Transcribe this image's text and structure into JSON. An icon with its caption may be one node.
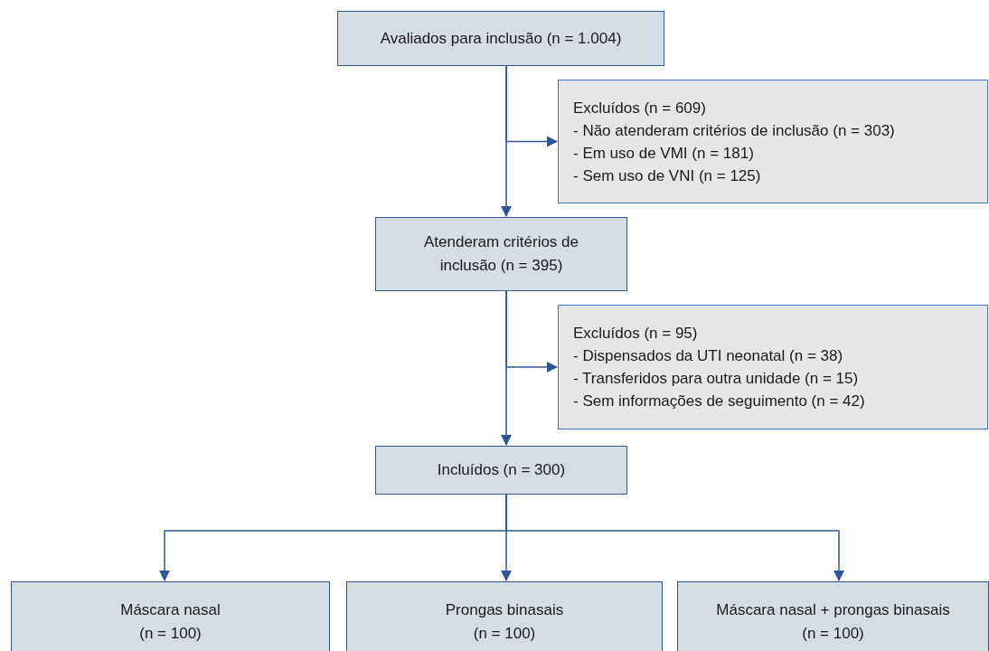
{
  "diagram": {
    "nodes": [
      {
        "text": [
          "Avaliados para inclusão (n = 1.004)"
        ]
      },
      {
        "text": [
          "Excluídos (n = 609)",
          "- Não atenderam critérios de inclusão (n = 303)",
          "- Em uso de VMI (n = 181)",
          "- Sem uso de VNI (n = 125)"
        ]
      },
      {
        "text": [
          "Atenderam critérios de inclusão (n = 395)"
        ]
      },
      {
        "text": [
          "Excluídos (n = 95)",
          "- Dispensados da UTI neonatal (n = 38)",
          "- Transferidos para outra unidade (n = 15)",
          "- Sem informações de seguimento (n = 42)"
        ]
      },
      {
        "text": [
          "Incluídos (n = 300)"
        ]
      },
      {
        "text": [
          "Máscara nasal",
          "(n = 100)"
        ]
      },
      {
        "text": [
          "Prongas binasais",
          "(n = 100)"
        ]
      },
      {
        "text": [
          "Máscara nasal + prongas binasais",
          "(n = 100)"
        ]
      }
    ],
    "edges": [
      {
        "from": 0,
        "to": 2,
        "arrow": "to"
      },
      {
        "from": 0,
        "to": 1,
        "arrow": "to"
      },
      {
        "from": 2,
        "to": 4,
        "arrow": "to"
      },
      {
        "from": 2,
        "to": 3,
        "arrow": "to"
      },
      {
        "from": 4,
        "to": 5,
        "arrow": "to"
      },
      {
        "from": 4,
        "to": 6,
        "arrow": "to"
      },
      {
        "from": 4,
        "to": 7,
        "arrow": "to"
      }
    ]
  }
}
